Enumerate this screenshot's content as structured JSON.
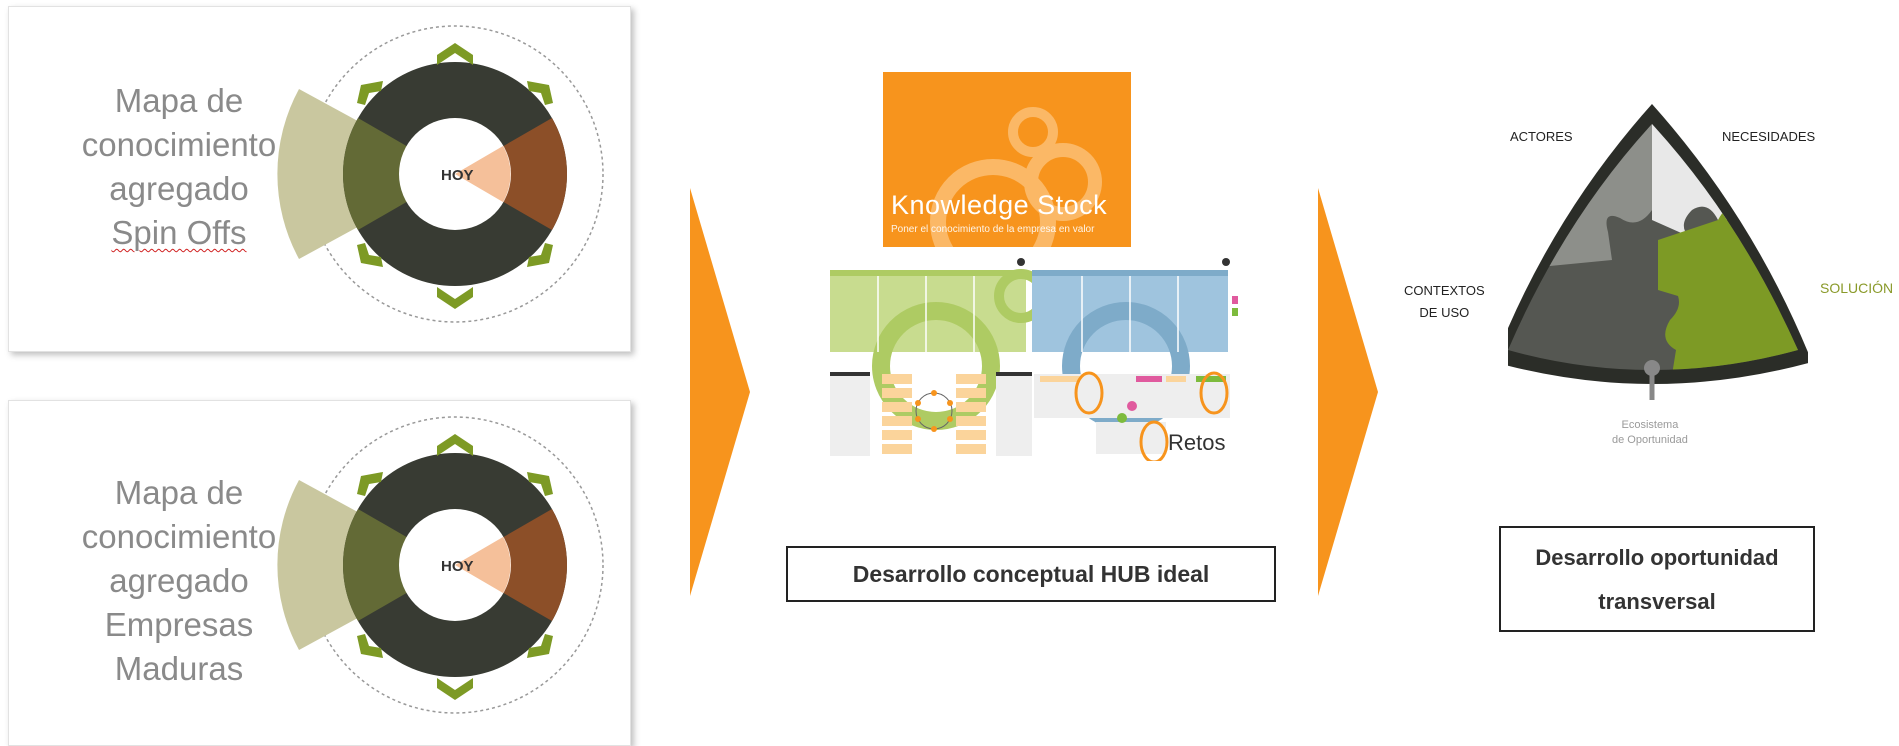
{
  "left_cards": [
    {
      "lines": [
        "Mapa de",
        "conocimiento",
        "agregado",
        "Spin Offs"
      ],
      "center_label": "HOY"
    },
    {
      "lines": [
        "Mapa de",
        "conocimiento",
        "agregado",
        "Empresas",
        "Maduras"
      ],
      "center_label": "HOY"
    }
  ],
  "knowledge_stock": {
    "title": "Knowledge Stock",
    "subtitle": "Poner el conocimiento de la empresa en valor",
    "retos_label": "Retos",
    "caption": "Desarrollo conceptual HUB ideal"
  },
  "opportunity": {
    "labels": {
      "actores": "ACTORES",
      "necesidades": "NECESIDADES",
      "contextos": [
        "CONTEXTOS",
        "DE USO"
      ],
      "solucion": "SOLUCIÓN",
      "ecosistema": [
        "Ecosistema",
        "de Oportunidad"
      ]
    },
    "caption": [
      "Desarrollo oportunidad",
      "transversal"
    ]
  },
  "colors": {
    "orange_arrow": "#f7941d",
    "dark_ring": "#383b33",
    "olive": "#7d9a25",
    "khaki": "#c9c79f",
    "brown": "#8c4f28",
    "peach": "#f5c09a"
  }
}
